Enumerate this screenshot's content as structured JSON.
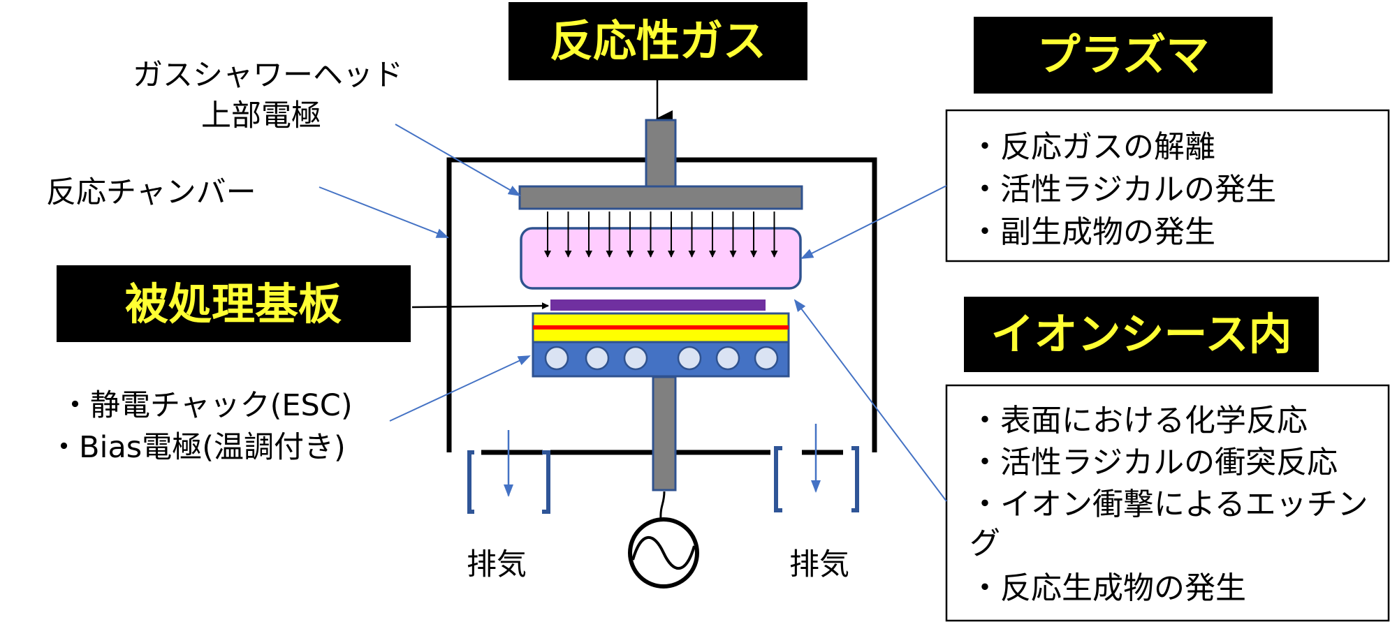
{
  "title_boxes": {
    "reactive_gas": "反応性ガス",
    "plasma": "プラズマ",
    "substrate": "被処理基板",
    "ion_sheath": "イオンシース内"
  },
  "labels": {
    "shower_head_line1": "ガスシャワーヘッド",
    "shower_head_line2": "上部電極",
    "chamber": "反応チャンバー",
    "esc_line1": "・静電チャック(ESC)",
    "esc_line2": "・Bias電極(温調付き)",
    "exhaust_left": "排気",
    "exhaust_right": "排気"
  },
  "plasma_list": [
    "・反応ガスの解離",
    "・活性ラジカルの発生",
    "・副生成物の発生"
  ],
  "sheath_list": [
    "・表面における化学反応",
    "・活性ラジカルの衝突反応",
    "・イオン衝撃によるエッチン",
    "グ",
    "・反応生成物の発生"
  ],
  "colors": {
    "title_bg": "#000000",
    "title_text": "#ffff33",
    "pointer_line": "#4472c4",
    "electrode_gray": "#808080",
    "electrode_border": "#2f528f",
    "plasma_fill": "#ffccff",
    "substrate_purple": "#7030a0",
    "esc_yellow": "#ffff00",
    "esc_red": "#ff0000",
    "esc_blue": "#4472c4",
    "exhaust_bracket": "#2f5597"
  }
}
